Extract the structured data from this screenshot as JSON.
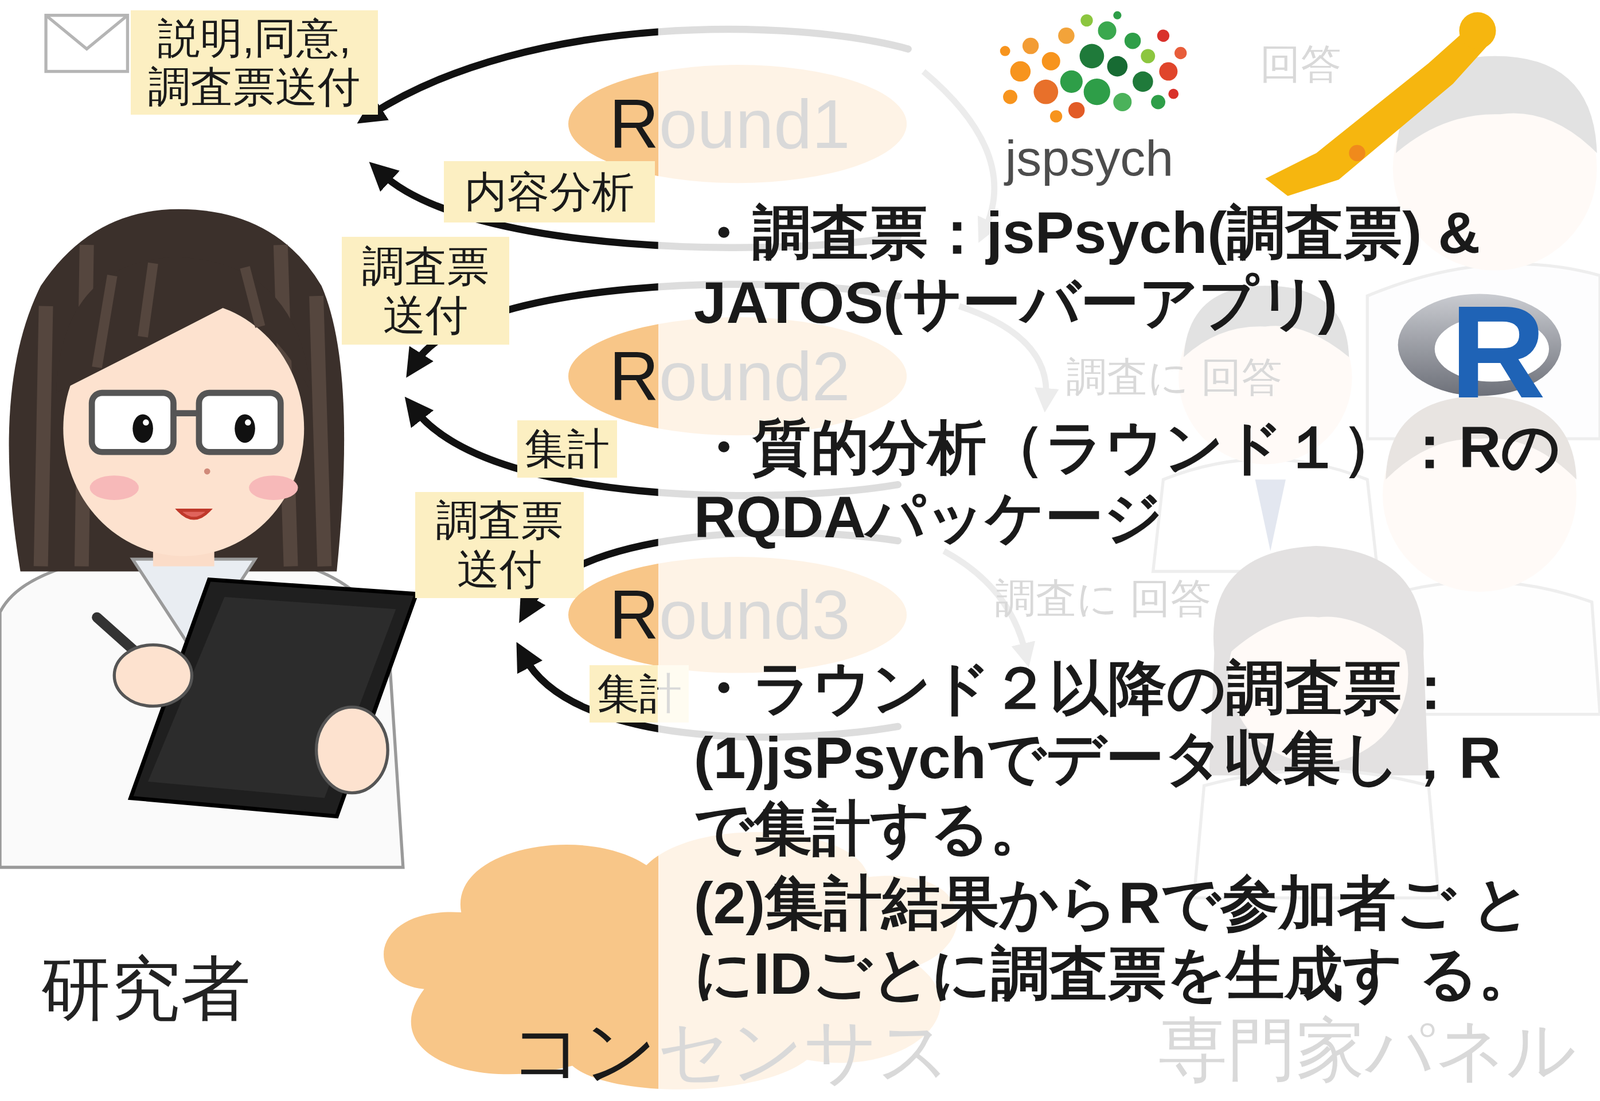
{
  "diagram": {
    "nodes": [
      {
        "text": [
          "説明,同意, 調査票送付"
        ]
      },
      {
        "text": [
          "Round1"
        ]
      },
      {
        "text": [
          "内容分析"
        ]
      },
      {
        "text": [
          "調査票 送付"
        ]
      },
      {
        "text": [
          "Round2"
        ]
      },
      {
        "text": [
          "集計"
        ]
      },
      {
        "text": [
          "調査票 送付"
        ]
      },
      {
        "text": [
          "Round3"
        ]
      },
      {
        "text": [
          "集計"
        ]
      },
      {
        "text": [
          "コンセンサス"
        ]
      },
      {
        "text": [
          "・調査票：jsPsych(調査票) & JATOS(サーバーアプリ)",
          "・質的分析（ラウンド１）：Rの RQDAパッケージ",
          "・ラウンド２以降の調査票：",
          "(1)jsPsychでデータ収集し，R で集計する。",
          "(2)集計結果からRで参加者ご とにIDごとに調査票を生成す る。"
        ]
      }
    ],
    "labels": [
      "回答",
      "jspsych",
      "R",
      "調査に 回答",
      "調査に 回答",
      "専門家パネル",
      "研究者"
    ]
  }
}
